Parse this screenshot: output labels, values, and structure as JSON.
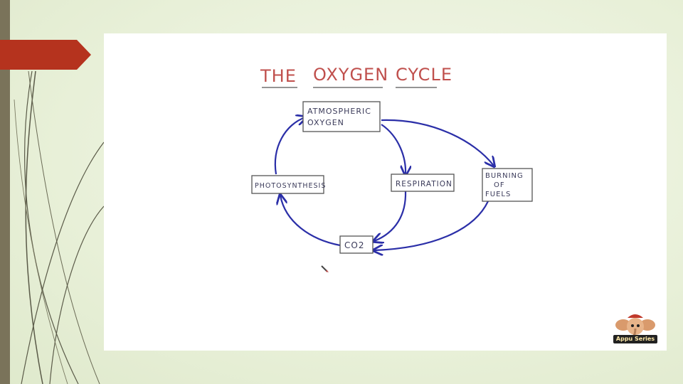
{
  "diagram": {
    "title_words": [
      "THE",
      "OXYGEN",
      "CYCLE"
    ],
    "nodes": {
      "atmospheric_line1": "ATMOSPHERIC",
      "atmospheric_line2": "OXYGEN",
      "photosynthesis": "PHOTOSYNTHESIS",
      "respiration": "RESPIRATION",
      "burning_line1": "BURNING",
      "burning_line2": "OF",
      "burning_line3": "FUELS",
      "co2": "CO2"
    }
  },
  "logo": {
    "label": "Appu Series"
  },
  "colors": {
    "accent_red": "#b5331e",
    "arrow_blue": "#2b2fa8",
    "title_red": "#c0504d",
    "side_bar": "#7a735a"
  }
}
